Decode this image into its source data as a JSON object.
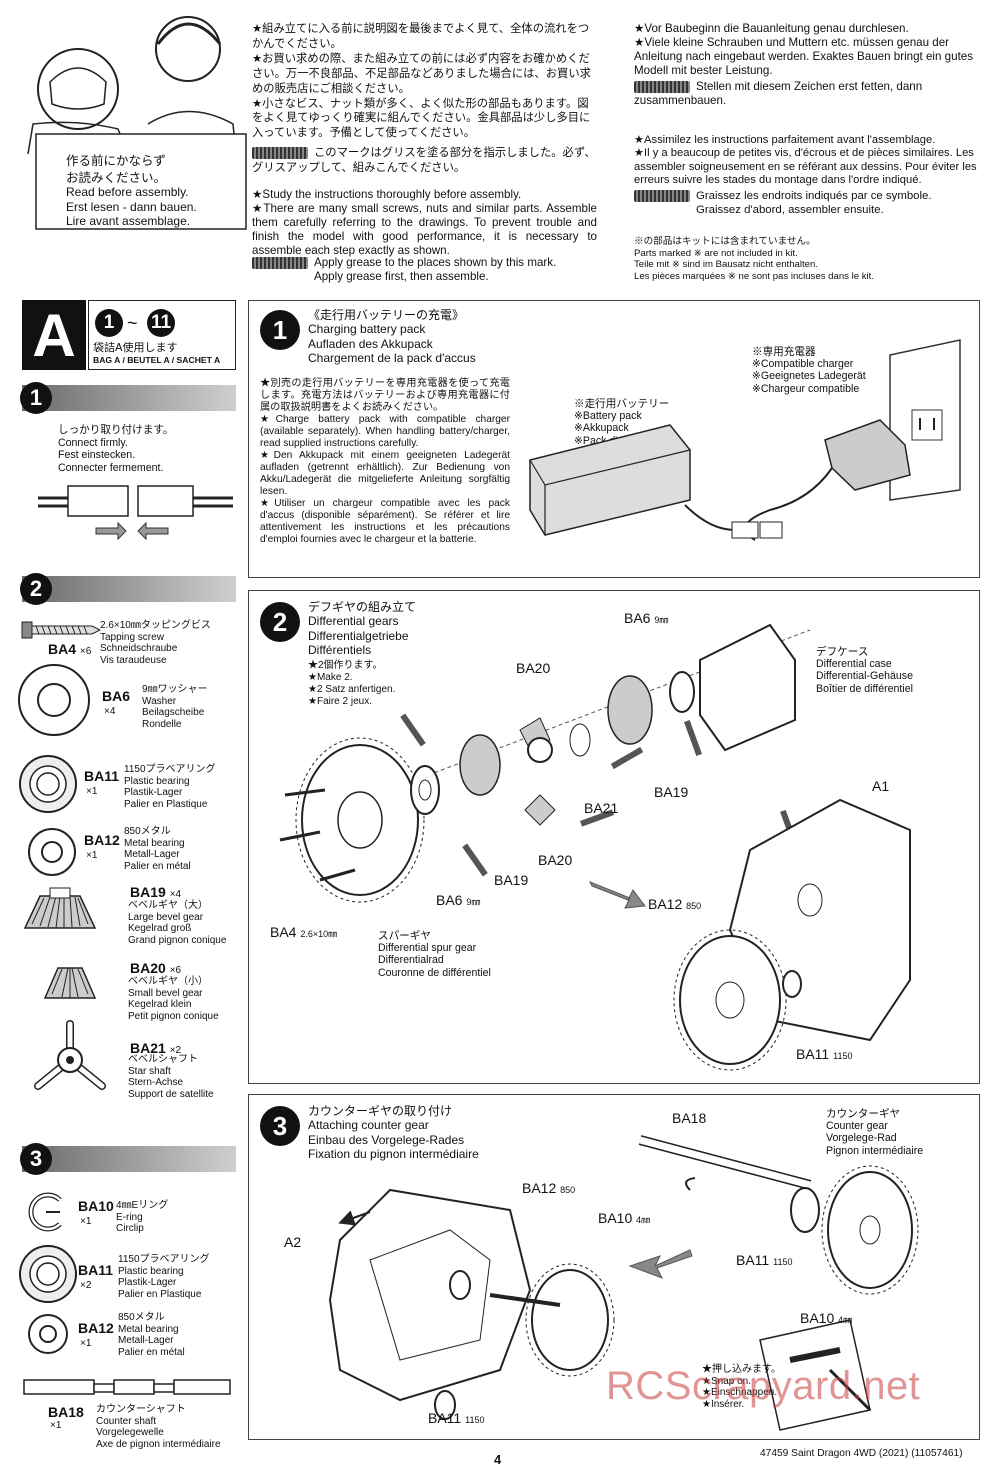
{
  "intro": {
    "jp_read": "作る前にかならず\nお読みください。",
    "read_before": [
      "Read before assembly.",
      "Erst lesen - dann bauen.",
      "Lire avant assemblage."
    ],
    "jp_block": "★組み立てに入る前に説明図を最後までよく見て、全体の流れをつかんでください。\n★お買い求めの際、また組み立ての前には必ず内容をお確かめください。万一不良部品、不足部品などありました場合には、お買い求めの販売店にご相談ください。\n★小さなビス、ナット類が多く、よく似た形の部品もあります。図をよく見てゆっくり確実に組んでください。金具部品は少し多目に入っています。予備として使ってください。",
    "jp_grease": "このマークはグリスを塗る部分を指示しました。必ず、グリスアップして、組みこんでください。",
    "en_block": "★Study the instructions thoroughly before assembly.\n★There are many small screws, nuts and similar parts. Assemble them carefully referring to the drawings. To prevent trouble and finish the model with good performance, it is necessary to assemble each step exactly as shown.",
    "en_grease": "Apply grease to the places shown by this mark.\nApply grease first, then assemble.",
    "de_block": "★Vor Baubeginn die Bauanleitung genau durchlesen.\n★Viele kleine Schrauben und Muttern etc. müssen genau der Anleitung nach eingebaut werden. Exaktes Bauen bringt ein gutes Modell mit bester Leistung.",
    "de_grease": "Stellen mit diesem Zeichen erst fetten, dann zusammenbauen.",
    "fr_block": "★Assimilez les instructions parfaitement avant l'assemblage.\n★Il y a beaucoup de petites vis, d'écrous et de pièces similaires. Les assembler soigneusement en se référant aux dessins. Pour éviter les erreurs suivre les stades du montage dans l'ordre indiqué.",
    "fr_grease": "Graissez les endroits indiqués par ce symbole.\nGraissez d'abord, assembler ensuite.",
    "not_included": "※の部品はキットには含まれていません。\nParts marked ※ are not included in kit.\nTeile mit ※ sind im Bausatz nicht enthalten.\nLes pièces marquées ※ ne sont pas incluses dans le kit."
  },
  "bag": {
    "letter": "A",
    "range_from": "1",
    "range_sep": "~",
    "range_to": "11",
    "jp": "袋詰A使用します",
    "label": "BAG A / BEUTEL A / SACHET A"
  },
  "sidebar": {
    "step1": {
      "num": "1",
      "text": "しっかり取り付けます。\nConnect firmly.\nFest einstecken.\nConnecter fermement."
    },
    "step2": {
      "num": "2",
      "parts": [
        {
          "code": "BA4",
          "qty": "×6",
          "desc": "2.6×10㎜タッピングビス\nTapping screw\nSchneidschraube\nVis taraudeuse"
        },
        {
          "code": "BA6",
          "qty": "×4",
          "desc": "9㎜ワッシャー\nWasher\nBeilagscheibe\nRondelle"
        },
        {
          "code": "BA11",
          "qty": "×1",
          "desc": "1150プラベアリング\nPlastic bearing\nPlastik-Lager\nPalier en Plastique"
        },
        {
          "code": "BA12",
          "qty": "×1",
          "desc": "850メタル\nMetal bearing\nMetall-Lager\nPalier en métal"
        },
        {
          "code": "BA19",
          "qty": "×4",
          "desc": "ベベルギヤ（大）\nLarge bevel gear\nKegelrad groß\nGrand pignon conique"
        },
        {
          "code": "BA20",
          "qty": "×6",
          "desc": "ベベルギヤ（小）\nSmall bevel gear\nKegelrad klein\nPetit pignon conique"
        },
        {
          "code": "BA21",
          "qty": "×2",
          "desc": "ベベルシャフト\nStar shaft\nStern-Achse\nSupport de satellite"
        }
      ]
    },
    "step3": {
      "num": "3",
      "parts": [
        {
          "code": "BA10",
          "qty": "×1",
          "desc": "4㎜Eリング\nE-ring\nCirclip"
        },
        {
          "code": "BA11",
          "qty": "×2",
          "desc": "1150プラベアリング\nPlastic bearing\nPlastik-Lager\nPalier en Plastique"
        },
        {
          "code": "BA12",
          "qty": "×1",
          "desc": "850メタル\nMetal bearing\nMetall-Lager\nPalier en métal"
        },
        {
          "code": "BA18",
          "qty": "×1",
          "desc": "カウンターシャフト\nCounter shaft\nVorgelegewelle\nAxe de pignon intermédiaire"
        }
      ]
    }
  },
  "step1": {
    "num": "1",
    "title": "《走行用バッテリーの充電》\nCharging battery pack\nAufladen des Akkupack\nChargement de la pack d'accus",
    "body": "★別売の走行用バッテリーを専用充電器を使って充電します。充電方法はバッテリーおよび専用充電器に付属の取扱説明書をよくお読みください。\n★Charge battery pack with compatible charger (available separately). When handling battery/charger, read supplied instructions carefully.\n★Den Akkupack mit einem geeigneten Ladegerät aufladen (getrennt erhältlich). Zur Bedienung von Akku/Ladegerät die mitgelieferte Anleitung sorgfältig lesen.\n★Utiliser un chargeur compatible avec les pack d'accus (disponible séparément). Se référer et lire attentivement les instructions et les précautions d'emploi fournies avec le chargeur et la batterie.",
    "battery_label": "※走行用バッテリー\n※Battery pack\n※Akkupack\n※Pack d'accus",
    "charger_label": "※専用充電器\n※Compatible charger\n※Geeignetes Ladegerät\n※Chargeur compatible"
  },
  "step2": {
    "num": "2",
    "title": "デフギヤの組み立て\nDifferential gears\nDifferentialgetriebe\nDifférentiels",
    "make": "★2個作ります。\n★Make 2.\n★2 Satz anfertigen.\n★Faire 2 jeux.",
    "case_label": "デフケース\nDifferential case\nDifferential-Gehäuse\nBoîtier de différentiel",
    "spur_label": "スパーギヤ\nDifferential spur gear\nDifferentialrad\nCouronne de différentiel",
    "labels": {
      "ba6_top": "BA6",
      "ba6_top_unit": "9㎜",
      "ba20_a": "BA20",
      "ba21": "BA21",
      "ba19_a": "BA19",
      "ba20_b": "BA20",
      "ba19_b": "BA19",
      "ba6_bottom": "BA6",
      "ba6_bottom_unit": "9㎜",
      "ba4": "BA4",
      "ba4_unit": "2.6×10㎜",
      "a1": "A1",
      "ba12": "BA12",
      "ba12_unit": "850",
      "ba11": "BA11",
      "ba11_unit": "1150"
    }
  },
  "step3": {
    "num": "3",
    "title": "カウンターギヤの取り付け\nAttaching counter gear\nEinbau des Vorgelege-Rades\nFixation du pignon intermédiaire",
    "counter_label": "カウンターギヤ\nCounter gear\nVorgelege-Rad\nPignon intermédiaire",
    "snap": "★押し込みます。\n★Snap on.\n★Einschnappen.\n★Insérer.",
    "labels": {
      "ba18": "BA18",
      "ba12": "BA12",
      "ba12_unit": "850",
      "a2": "A2",
      "ba10": "BA10",
      "ba10_unit": "4㎜",
      "ba11_a": "BA11",
      "ba11_a_unit": "1150",
      "ba11_b": "BA11",
      "ba11_b_unit": "1150",
      "ba10_b": "BA10",
      "ba10_b_unit": "4㎜"
    }
  },
  "footer": {
    "page": "4",
    "model": "47459 Saint Dragon 4WD (2021) (11057461)"
  },
  "watermark": "RCScrapyard.net"
}
